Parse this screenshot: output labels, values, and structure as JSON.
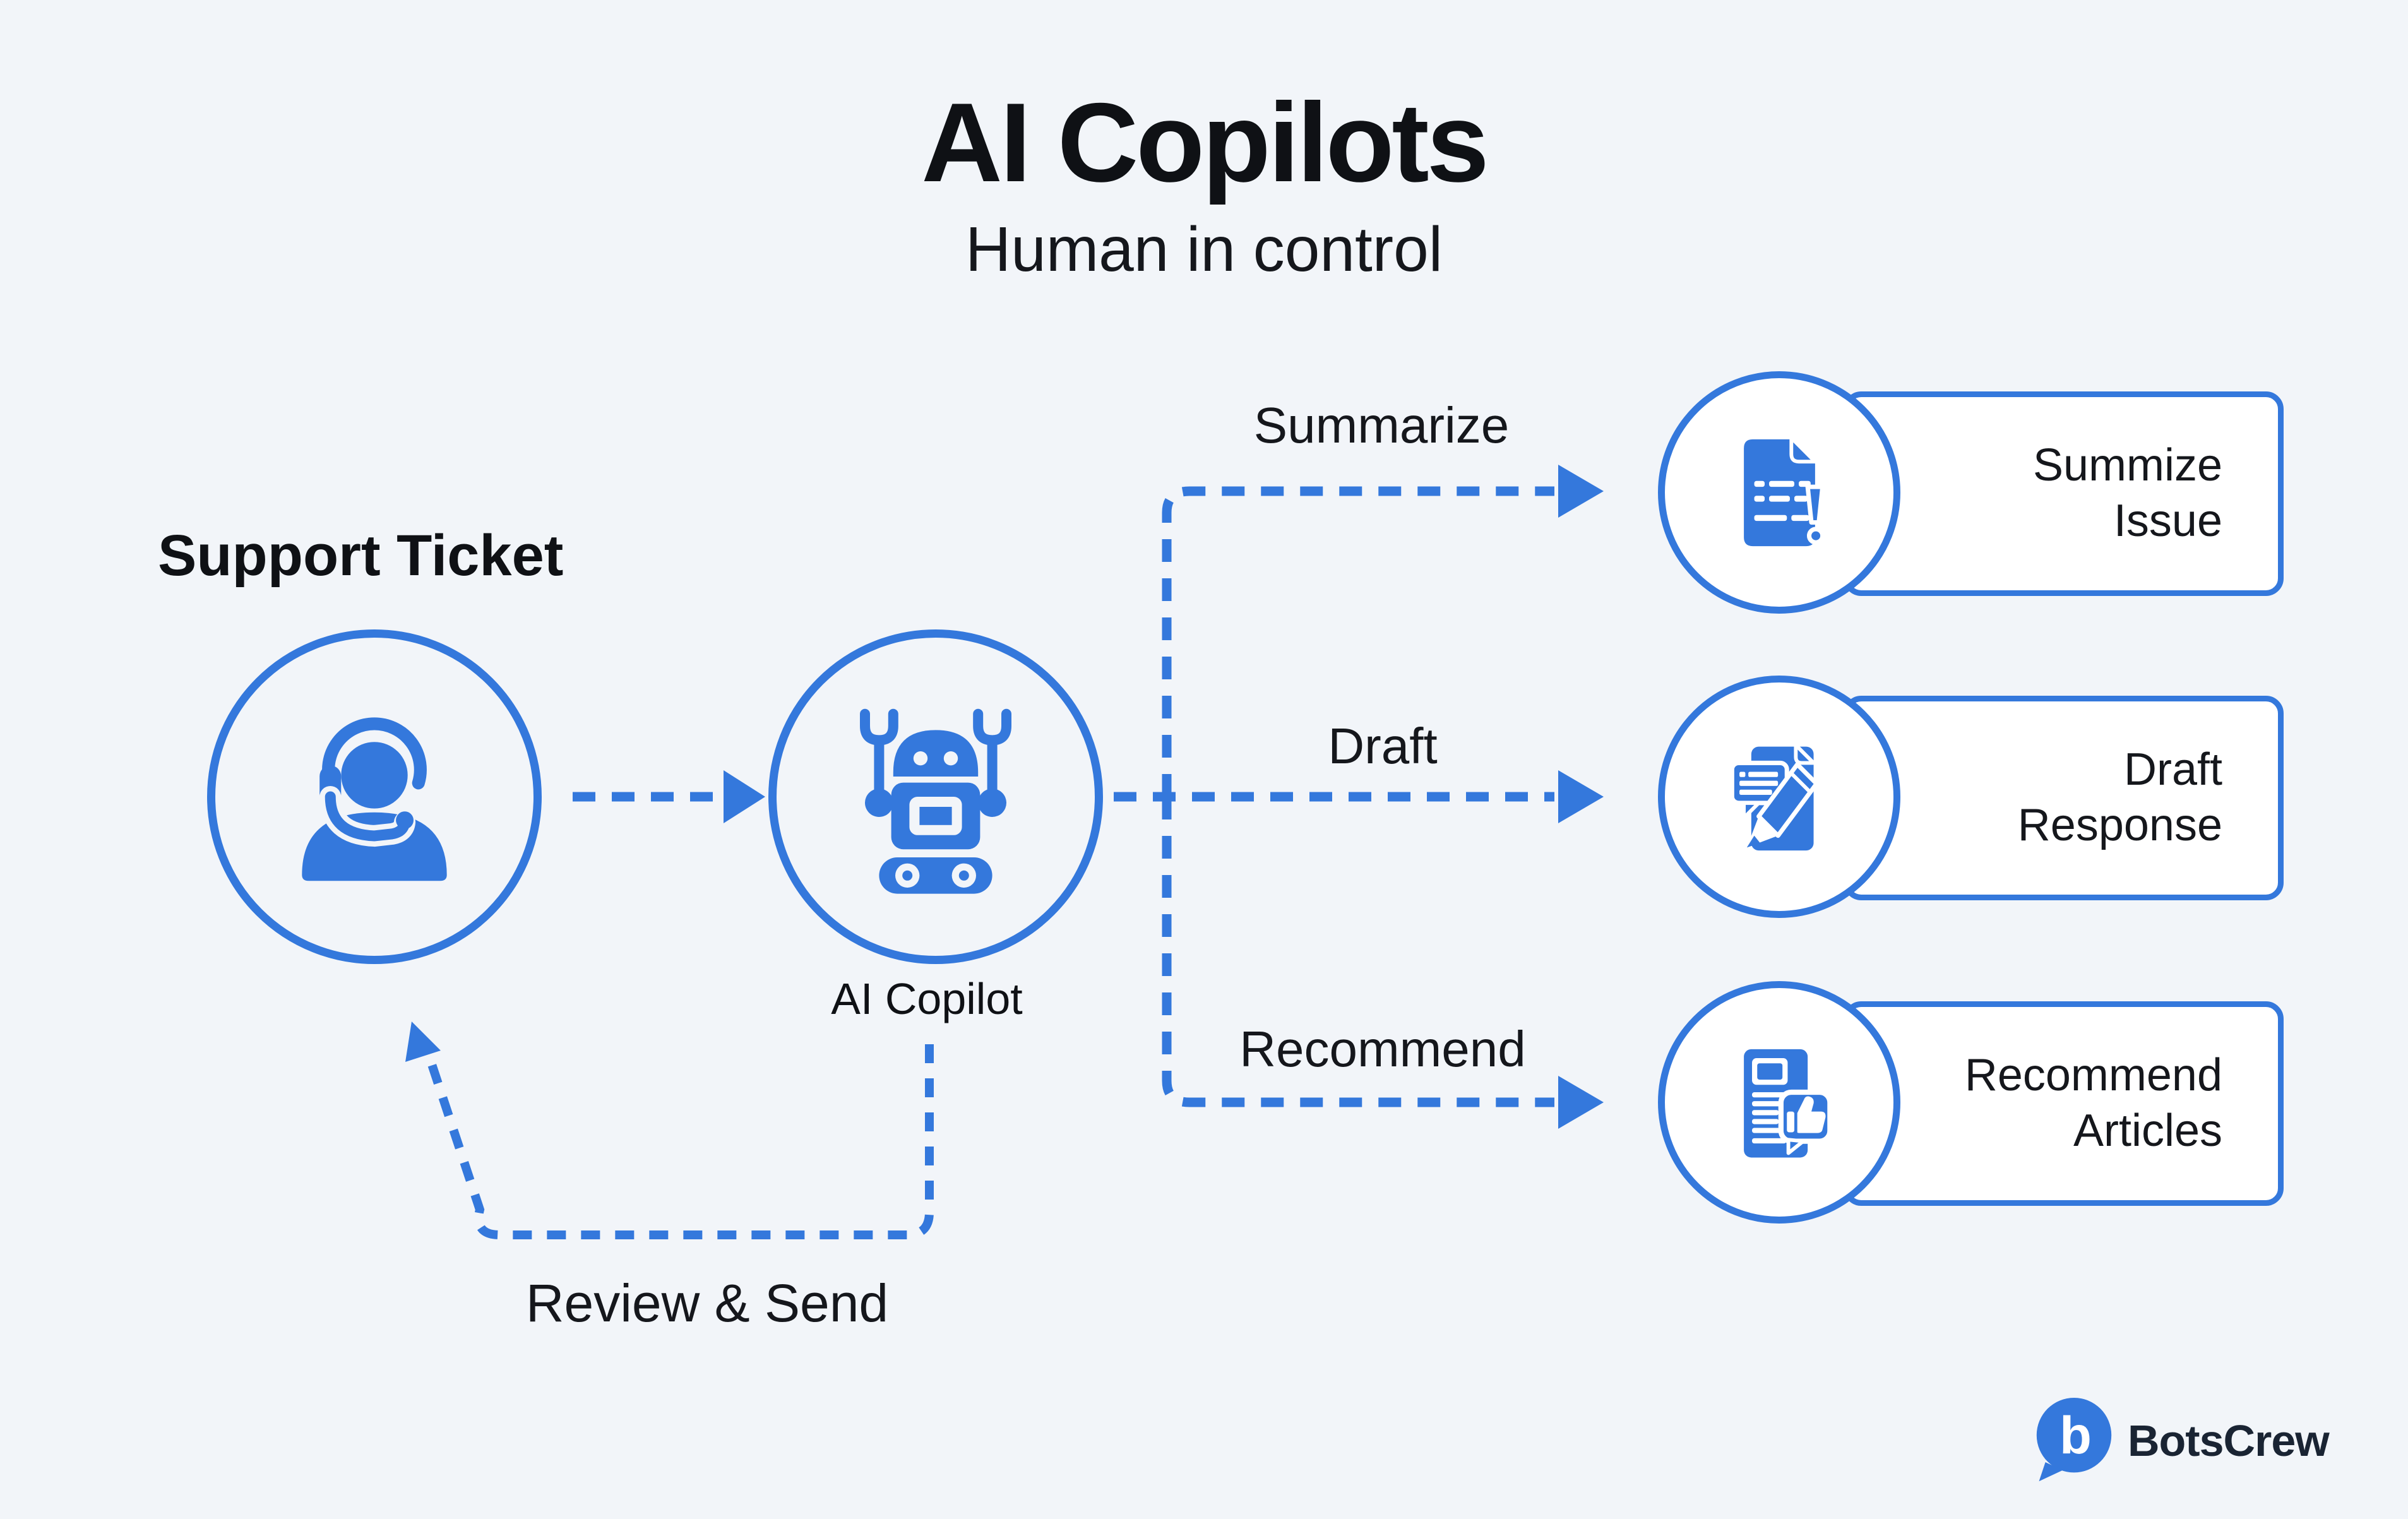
{
  "page": {
    "colors": {
      "accent": "#3478DC",
      "background": "#F2F5F9",
      "card": "#FFFFFF",
      "ink": "#0F1115",
      "navy": "#1A2433"
    }
  },
  "header": {
    "title": "AI Copilots",
    "subtitle": "Human in control"
  },
  "flow": {
    "input": {
      "label": "Support Ticket",
      "icon": "headset-agent-icon"
    },
    "copilot": {
      "label": "AI Copilot",
      "icon": "robot-icon"
    },
    "edge_labels": {
      "summarize": "Summarize",
      "draft": "Draft",
      "recommend": "Recommend",
      "review": "Review & Send"
    },
    "outputs": [
      {
        "line1": "Summize",
        "line2": "Issue",
        "icon": "document-alert-icon"
      },
      {
        "line1": "Draft",
        "line2": "Response",
        "icon": "document-pencil-chat-icon"
      },
      {
        "line1": "Recommend",
        "line2": "Articles",
        "icon": "article-thumbs-up-icon"
      }
    ]
  },
  "footer": {
    "brand": "BotsCrew",
    "logo_letter": "b"
  }
}
